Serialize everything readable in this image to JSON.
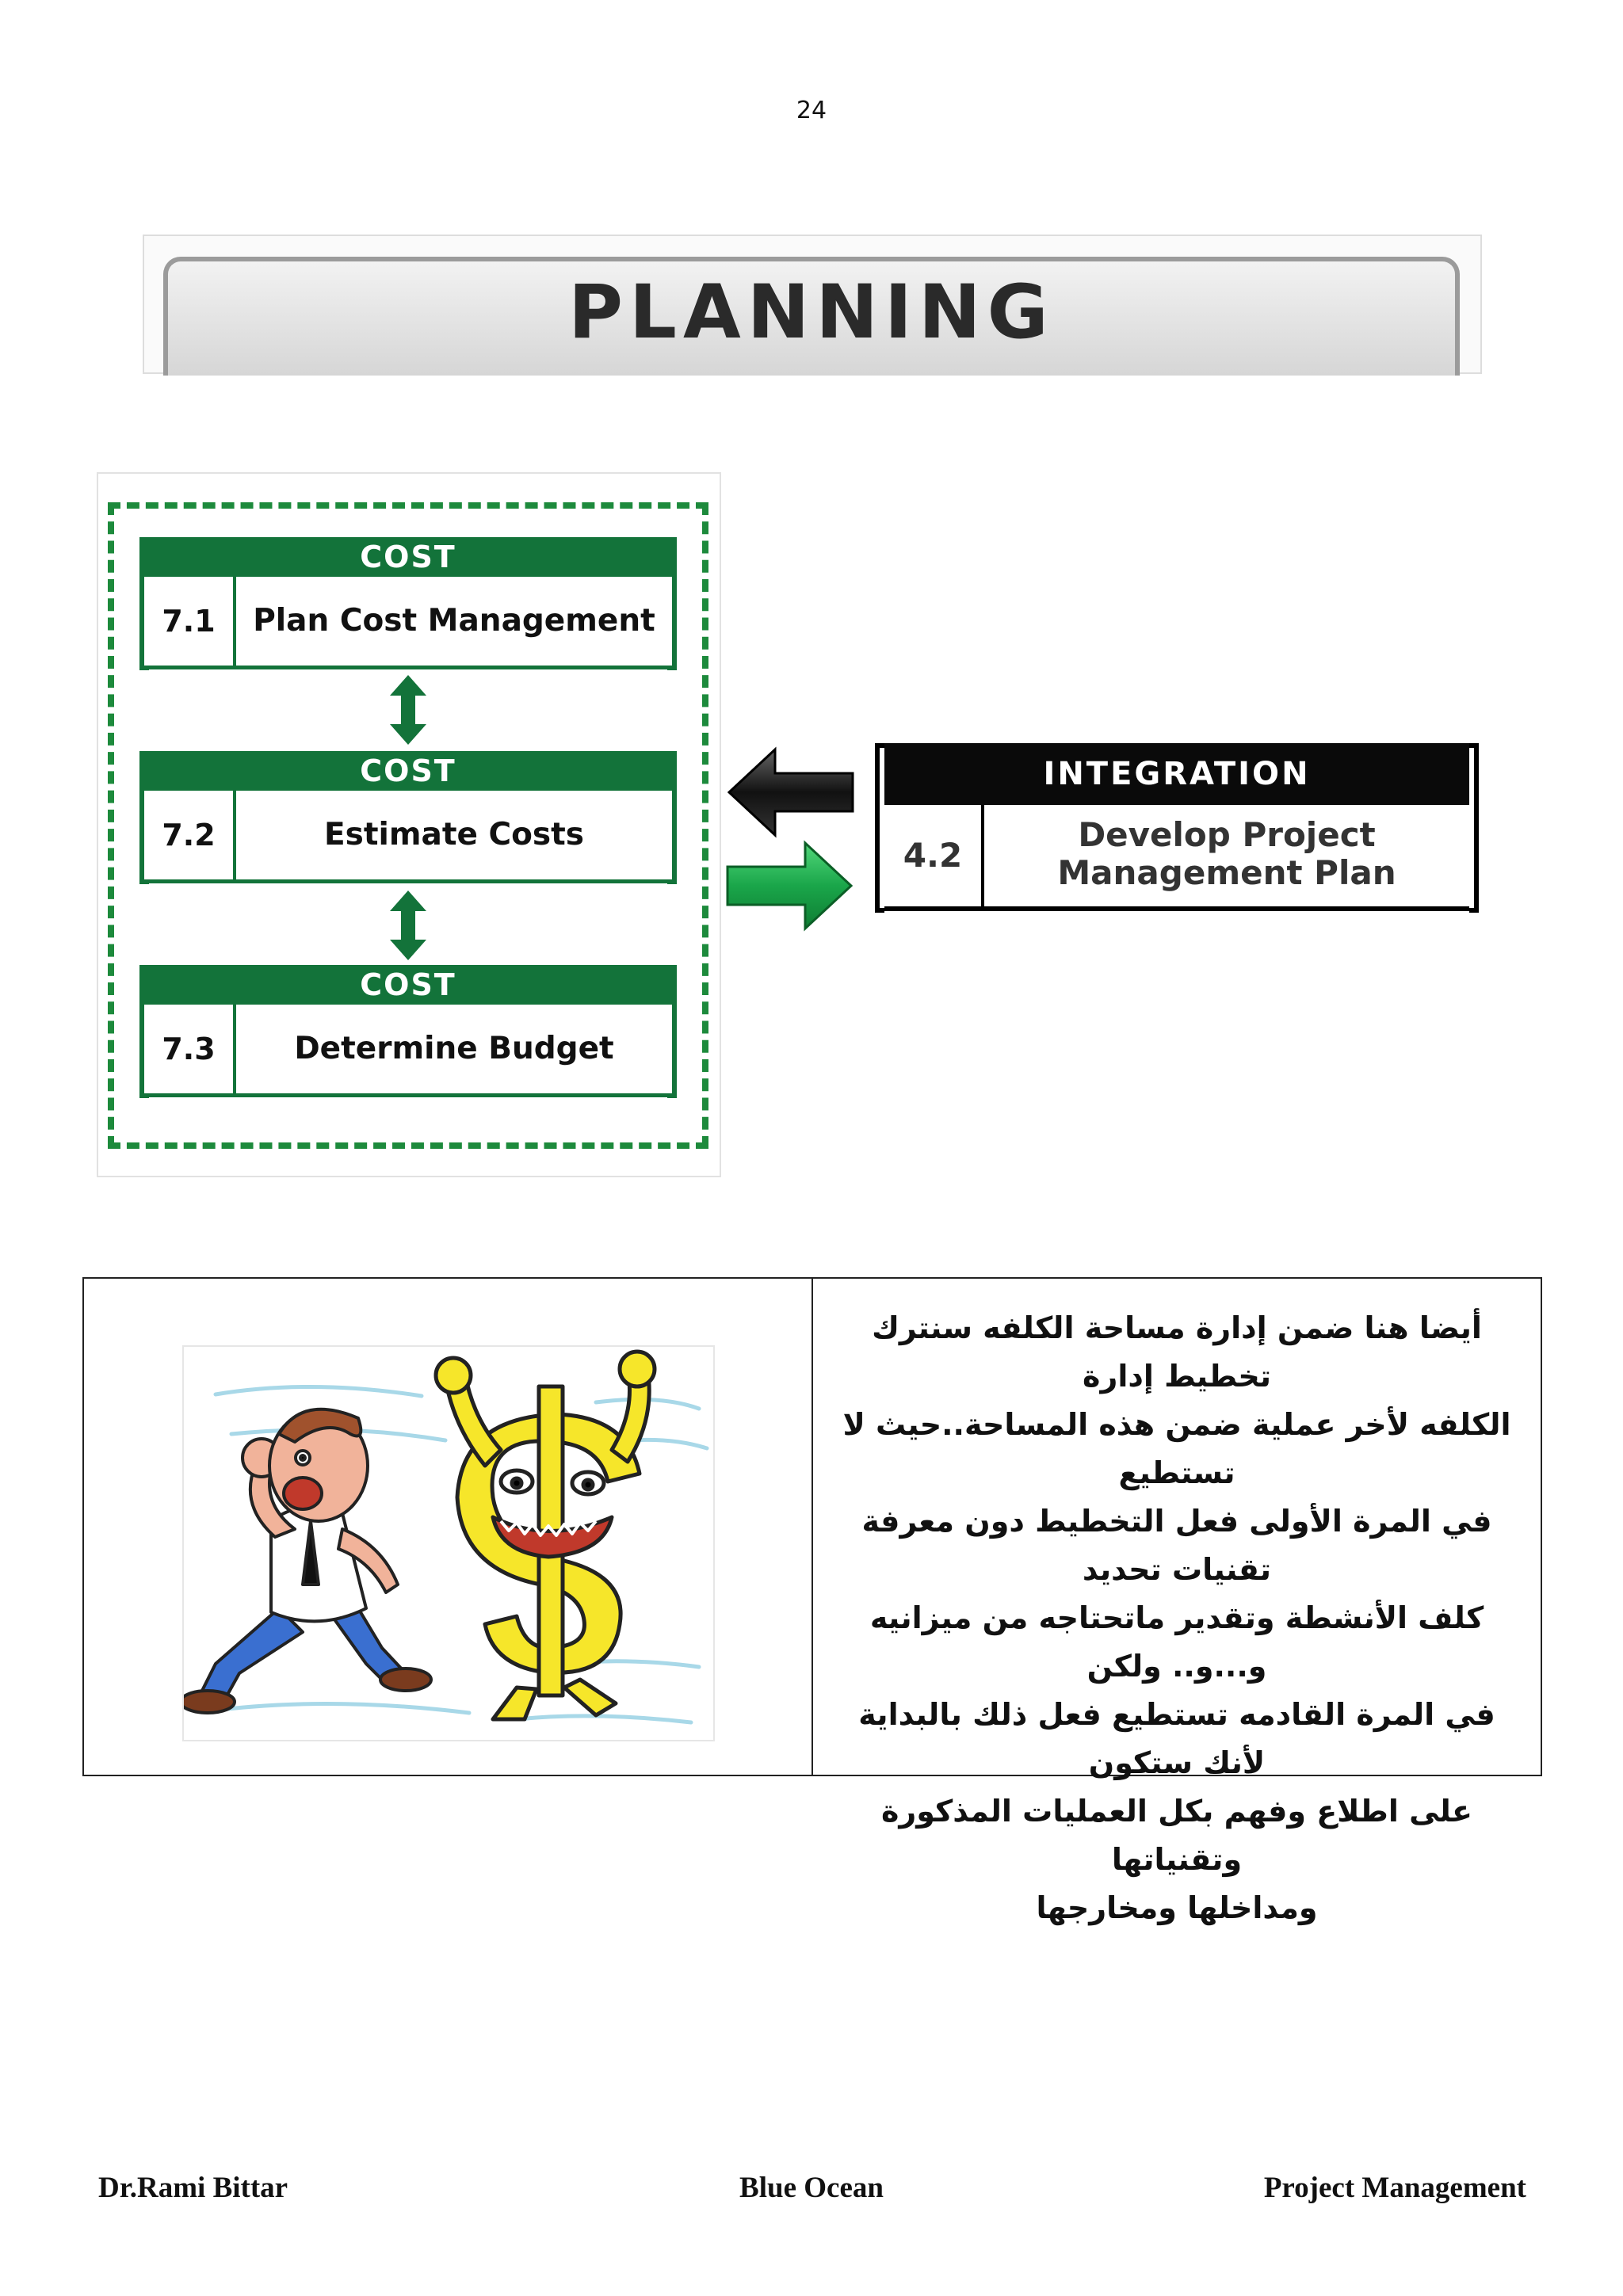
{
  "page_number": "24",
  "banner": {
    "title": "PLANNING"
  },
  "cost_diagram": {
    "processes": [
      {
        "area": "COST",
        "number": "7.1",
        "name": "Plan Cost Management"
      },
      {
        "area": "COST",
        "number": "7.2",
        "name": "Estimate Costs"
      },
      {
        "area": "COST",
        "number": "7.3",
        "name": "Determine Budget"
      }
    ]
  },
  "integration": {
    "area": "INTEGRATION",
    "number": "4.2",
    "name_line1": "Develop Project",
    "name_line2": "Management Plan"
  },
  "colors": {
    "cost_green": "#13733a",
    "arrow_green": "#1aa64a",
    "arrow_black": "#111111"
  },
  "info_table": {
    "arabic_lines": [
      "أيضا هنا ضمن إدارة  مساحة الكلفه  سنترك تخطيط إدارة",
      "الكلفه لأخر عملية ضمن هذه المساحة..حيث لا تستطيع",
      "في المرة الأولى فعل التخطيط دون معرفة تقنيات تحديد",
      "كلف الأنشطة وتقدير ماتحتاجه من ميزانيه و...و.. ولكن",
      "في المرة القادمه تستطيع فعل ذلك بالبداية لأنك ستكون",
      "على اطلاع وفهم بكل العمليات المذكورة  وتقنياتها",
      "ومداخلها ومخارجها"
    ],
    "image_icon": "man-chased-by-dollar-icon"
  },
  "footer": {
    "left": "Dr.Rami Bittar",
    "center": "Blue Ocean",
    "right": "Project Management"
  }
}
